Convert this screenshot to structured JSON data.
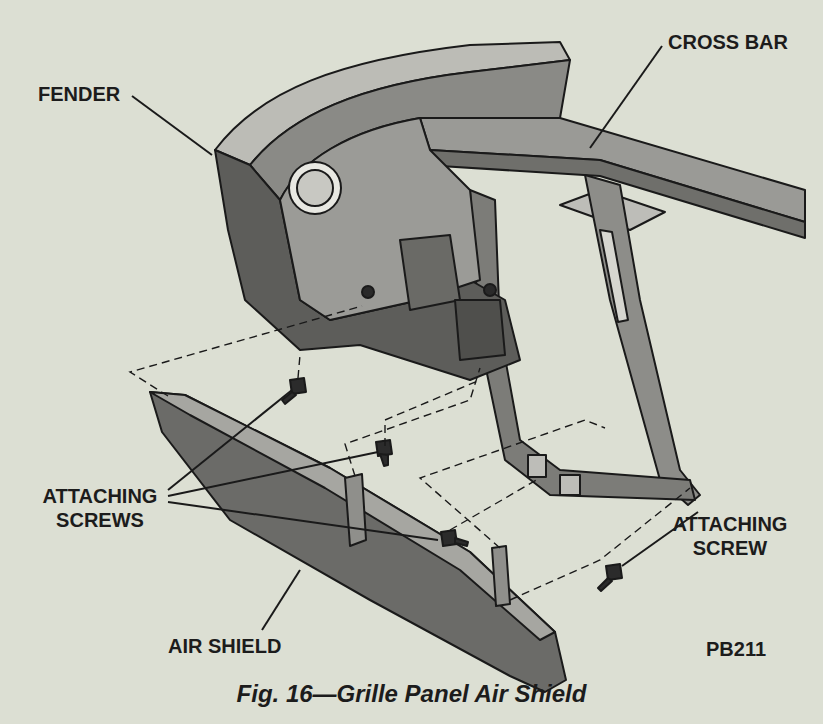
{
  "diagram": {
    "caption": "Fig. 16—Grille Panel Air Shield",
    "labels": [
      "FENDER",
      "CROSS BAR",
      "ATTACHING SCREWS",
      "ATTACHING SCREW",
      "AIR SHIELD",
      "PB211"
    ]
  }
}
